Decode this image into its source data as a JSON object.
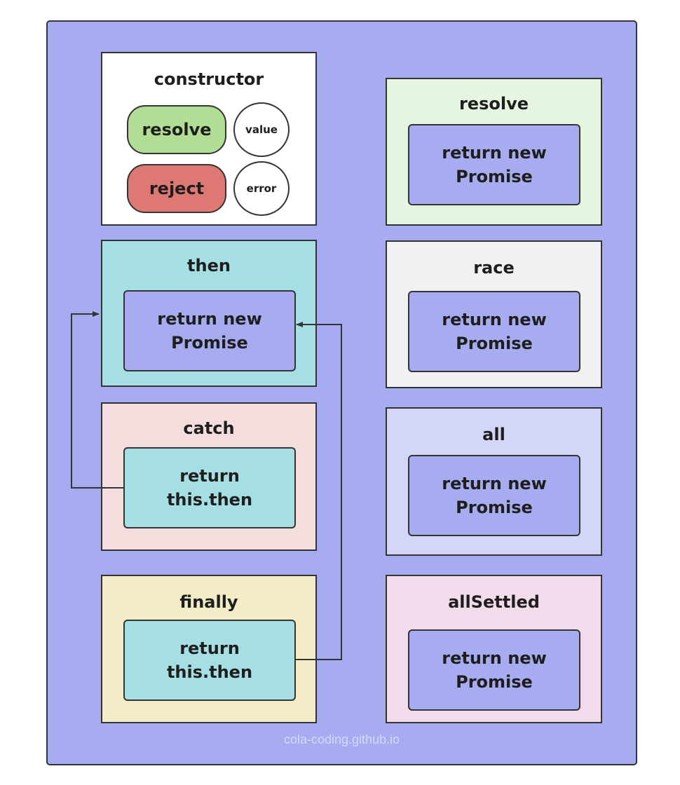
{
  "constructor": {
    "title": "constructor",
    "resolve_label": "resolve",
    "reject_label": "reject",
    "value_label": "value",
    "error_label": "error"
  },
  "left_boxes": [
    {
      "title": "then",
      "inner": "return new\nPromise"
    },
    {
      "title": "catch",
      "inner": "return\nthis.then"
    },
    {
      "title": "finally",
      "inner": "return\nthis.then"
    }
  ],
  "right_boxes": [
    {
      "title": "resolve",
      "inner": "return new\nPromise"
    },
    {
      "title": "race",
      "inner": "return new\nPromise"
    },
    {
      "title": "all",
      "inner": "return new\nPromise"
    },
    {
      "title": "allSettled",
      "inner": "return new\nPromise"
    }
  ],
  "watermark": "cola-coding.github.io",
  "colors": {
    "background": "#a6acef",
    "constructor_box": "#ffffff",
    "resolve_pill": "#b2dd94",
    "reject_pill": "#dd7873",
    "then_box": "#a5dfe3",
    "catch_box": "#f4dddd",
    "finally_box": "#f4ecc7",
    "resolve_box": "#e6f5e0",
    "race_box": "#f1f1f1",
    "all_box": "#d4d6f7",
    "allSettled_box": "#f2dbeb",
    "inner_purple": "#a6acef",
    "inner_teal": "#a5dfe3"
  }
}
